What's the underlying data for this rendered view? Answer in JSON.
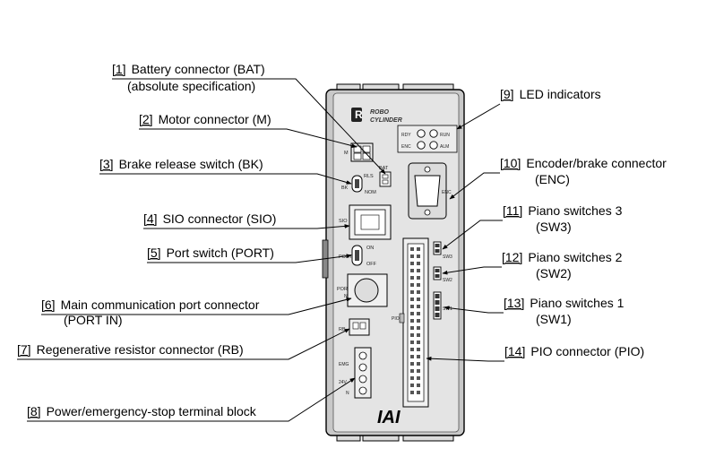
{
  "callouts": [
    {
      "num": "[1]",
      "name": "Battery connector (BAT)",
      "sub": "(absolute specification)"
    },
    {
      "num": "[2]",
      "name": "Motor connector (M)"
    },
    {
      "num": "[3]",
      "name": "Brake release switch (BK)"
    },
    {
      "num": "[4]",
      "name": "SIO connector (SIO)"
    },
    {
      "num": "[5]",
      "name": "Port switch (PORT)"
    },
    {
      "num": "[6]",
      "name": "Main communication port connector",
      "sub": "(PORT IN)"
    },
    {
      "num": "[7]",
      "name": "Regenerative resistor connector (RB)"
    },
    {
      "num": "[8]",
      "name": "Power/emergency-stop terminal block"
    },
    {
      "num": "[9]",
      "name": "LED indicators"
    },
    {
      "num": "[10]",
      "name": "Encoder/brake connector",
      "sub": "(ENC)"
    },
    {
      "num": "[11]",
      "name": "Piano switches 3",
      "sub": "(SW3)"
    },
    {
      "num": "[12]",
      "name": "Piano switches 2",
      "sub": "(SW2)"
    },
    {
      "num": "[13]",
      "name": "Piano switches 1",
      "sub": "(SW1)"
    },
    {
      "num": "[14]",
      "name": "PIO connector (PIO)"
    }
  ],
  "device": {
    "logo_line1": "ROBO",
    "logo_line2": "CYLINDER",
    "brand": "IAI",
    "led_rdy": "RDY",
    "led_run": "RUN",
    "led_enc": "ENC",
    "led_alm": "ALM",
    "m": "M",
    "bat": "BAT",
    "rls": "RLS",
    "bk": "BK",
    "nom": "NOM",
    "sio": "SIO",
    "on": "ON",
    "off": "OFF",
    "port": "PORT",
    "port_in": "PORT IN",
    "rb": "RB",
    "emg": "EMG",
    "v24": "24V",
    "n": "N",
    "enc": "ENC",
    "pio": "PIO",
    "sw3": "SW3",
    "sw2": "SW2",
    "sw1": "SW1"
  }
}
